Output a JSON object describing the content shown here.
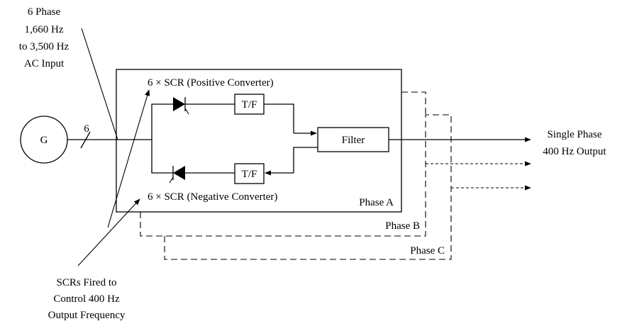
{
  "labels": {
    "input_line1": "6 Phase",
    "input_line2": "1,660 Hz",
    "input_line3": "to 3,500 Hz",
    "input_line4": "AC Input",
    "generator": "G",
    "phase_count": "6",
    "positive_converter": "6 × SCR (Positive Converter)",
    "negative_converter": "6 × SCR (Negative Converter)",
    "transformer_top": "T/F",
    "transformer_bottom": "T/F",
    "filter": "Filter",
    "output_line1": "Single Phase",
    "output_line2": "400 Hz Output",
    "phase_a": "Phase A",
    "phase_b": "Phase B",
    "phase_c": "Phase C",
    "scr_line1": "SCRs Fired to",
    "scr_line2": "Control 400 Hz",
    "scr_line3": "Output Frequency"
  }
}
